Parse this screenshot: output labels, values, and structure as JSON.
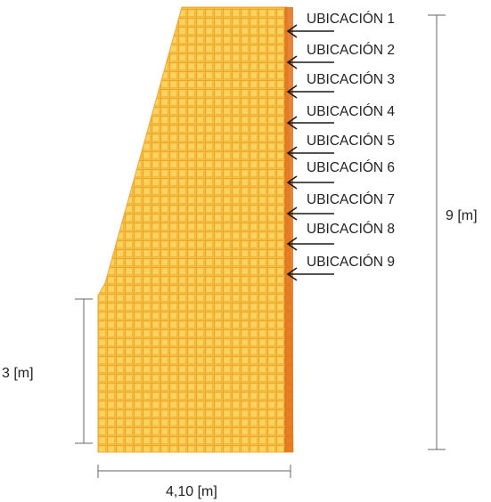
{
  "locations": [
    "UBICACIÓN 1",
    "UBICACIÓN 2",
    "UBICACIÓN 3",
    "UBICACIÓN 4",
    "UBICACIÓN 5",
    "UBICACIÓN 6",
    "UBICACIÓN 7",
    "UBICACIÓN 8",
    "UBICACIÓN 9"
  ],
  "dimensions": {
    "height_total": "9 [m]",
    "height_base": "3 [m]",
    "width_base": "4,10 [m]"
  },
  "colors": {
    "block_face": "#f6c143",
    "block_grid": "#e8a024",
    "block_edge": "#e0701a",
    "arrow": "#1a1a1a",
    "dimension_line": "#666666"
  }
}
